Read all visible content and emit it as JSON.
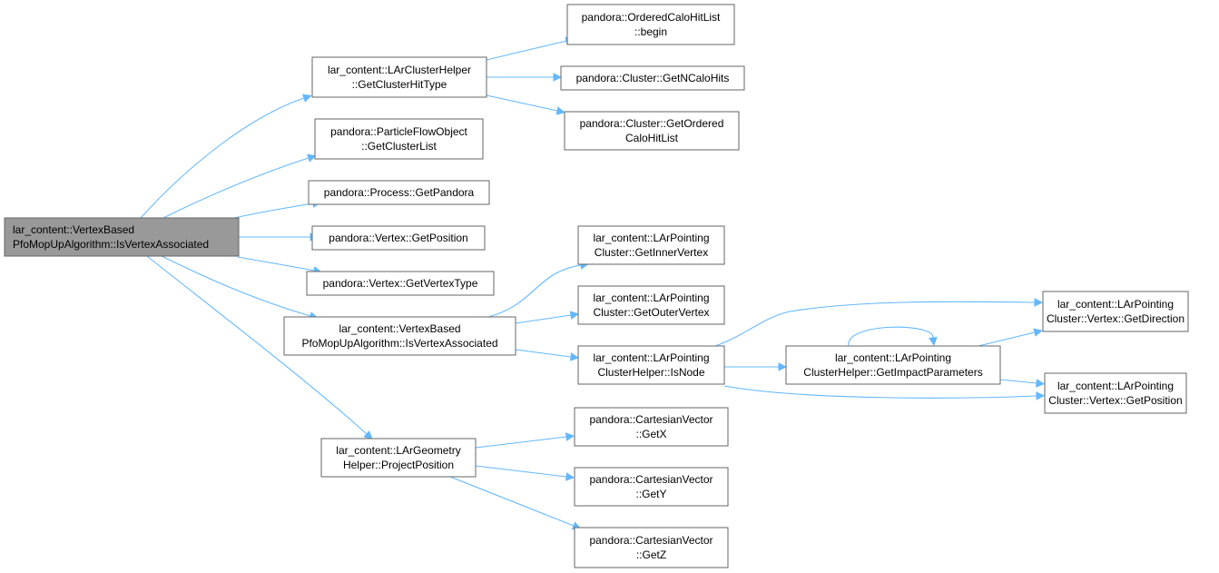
{
  "colors": {
    "node_fill": "#ffffff",
    "node_border": "#666666",
    "root_fill": "#999999",
    "edge": "#63b8ff",
    "text": "#000000"
  },
  "nodes": [
    {
      "id": "root",
      "lines": [
        "lar_content::VertexBased",
        "PfoMopUpAlgorithm::IsVertexAssociated"
      ],
      "root": true
    },
    {
      "id": "n1",
      "lines": [
        "lar_content::LArClusterHelper",
        "::GetClusterHitType"
      ]
    },
    {
      "id": "n2",
      "lines": [
        "pandora::ParticleFlowObject",
        "::GetClusterList"
      ]
    },
    {
      "id": "n3",
      "lines": [
        "pandora::Process::GetPandora"
      ]
    },
    {
      "id": "n4",
      "lines": [
        "pandora::Vertex::GetPosition"
      ]
    },
    {
      "id": "n5",
      "lines": [
        "pandora::Vertex::GetVertexType"
      ]
    },
    {
      "id": "n6",
      "lines": [
        "lar_content::VertexBased",
        "PfoMopUpAlgorithm::IsVertexAssociated"
      ]
    },
    {
      "id": "n7",
      "lines": [
        "lar_content::LArGeometry",
        "Helper::ProjectPosition"
      ]
    },
    {
      "id": "n8",
      "lines": [
        "pandora::OrderedCaloHitList",
        "::begin"
      ]
    },
    {
      "id": "n9",
      "lines": [
        "pandora::Cluster::GetNCaloHits"
      ]
    },
    {
      "id": "n10",
      "lines": [
        "pandora::Cluster::GetOrdered",
        "CaloHitList"
      ]
    },
    {
      "id": "n11",
      "lines": [
        "lar_content::LArPointing",
        "Cluster::GetInnerVertex"
      ]
    },
    {
      "id": "n12",
      "lines": [
        "lar_content::LArPointing",
        "Cluster::GetOuterVertex"
      ]
    },
    {
      "id": "n13",
      "lines": [
        "lar_content::LArPointing",
        "ClusterHelper::IsNode"
      ]
    },
    {
      "id": "n14",
      "lines": [
        "lar_content::LArPointing",
        "ClusterHelper::GetImpactParameters"
      ]
    },
    {
      "id": "n15",
      "lines": [
        "lar_content::LArPointing",
        "Cluster::Vertex::GetDirection"
      ]
    },
    {
      "id": "n16",
      "lines": [
        "lar_content::LArPointing",
        "Cluster::Vertex::GetPosition"
      ]
    },
    {
      "id": "n17",
      "lines": [
        "pandora::CartesianVector",
        "::GetX"
      ]
    },
    {
      "id": "n18",
      "lines": [
        "pandora::CartesianVector",
        "::GetY"
      ]
    },
    {
      "id": "n19",
      "lines": [
        "pandora::CartesianVector",
        "::GetZ"
      ]
    }
  ],
  "edges": [
    {
      "from": "root",
      "to": "n1"
    },
    {
      "from": "root",
      "to": "n2"
    },
    {
      "from": "root",
      "to": "n3"
    },
    {
      "from": "root",
      "to": "n4"
    },
    {
      "from": "root",
      "to": "n5"
    },
    {
      "from": "root",
      "to": "n6"
    },
    {
      "from": "root",
      "to": "n7"
    },
    {
      "from": "n1",
      "to": "n8"
    },
    {
      "from": "n1",
      "to": "n9"
    },
    {
      "from": "n1",
      "to": "n10"
    },
    {
      "from": "n6",
      "to": "n11"
    },
    {
      "from": "n6",
      "to": "n12"
    },
    {
      "from": "n6",
      "to": "n13"
    },
    {
      "from": "n13",
      "to": "n14"
    },
    {
      "from": "n13",
      "to": "n15"
    },
    {
      "from": "n13",
      "to": "n16"
    },
    {
      "from": "n14",
      "to": "n14"
    },
    {
      "from": "n14",
      "to": "n15"
    },
    {
      "from": "n14",
      "to": "n16"
    },
    {
      "from": "n7",
      "to": "n17"
    },
    {
      "from": "n7",
      "to": "n18"
    },
    {
      "from": "n7",
      "to": "n19"
    }
  ]
}
